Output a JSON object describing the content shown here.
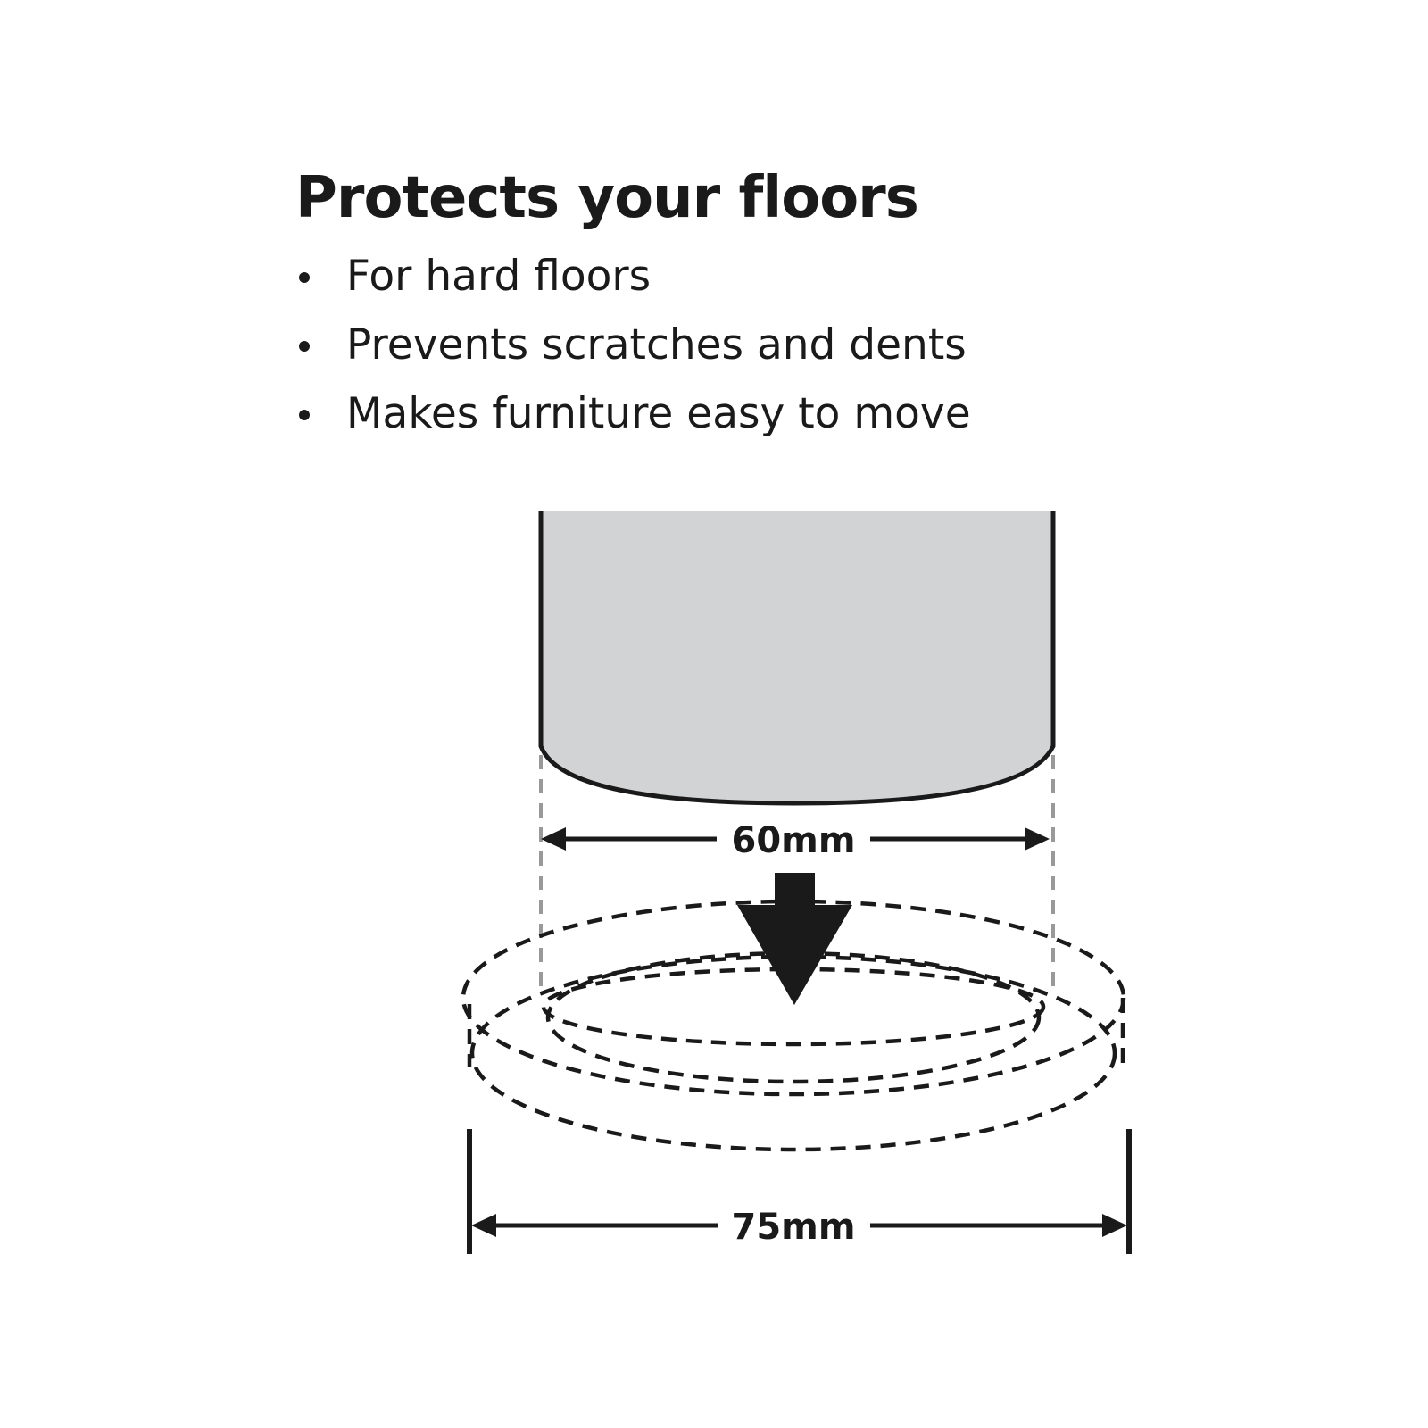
{
  "headline": "Protects your floors",
  "features": [
    "For hard floors",
    "Prevents scratches and dents",
    "Makes furniture easy to move"
  ],
  "dimensions": {
    "leg_width": "60mm",
    "pad_width": "75mm"
  },
  "colors": {
    "text": "#1a1a1a",
    "leg_fill": "#d1d3d4",
    "guide": "#999999"
  }
}
